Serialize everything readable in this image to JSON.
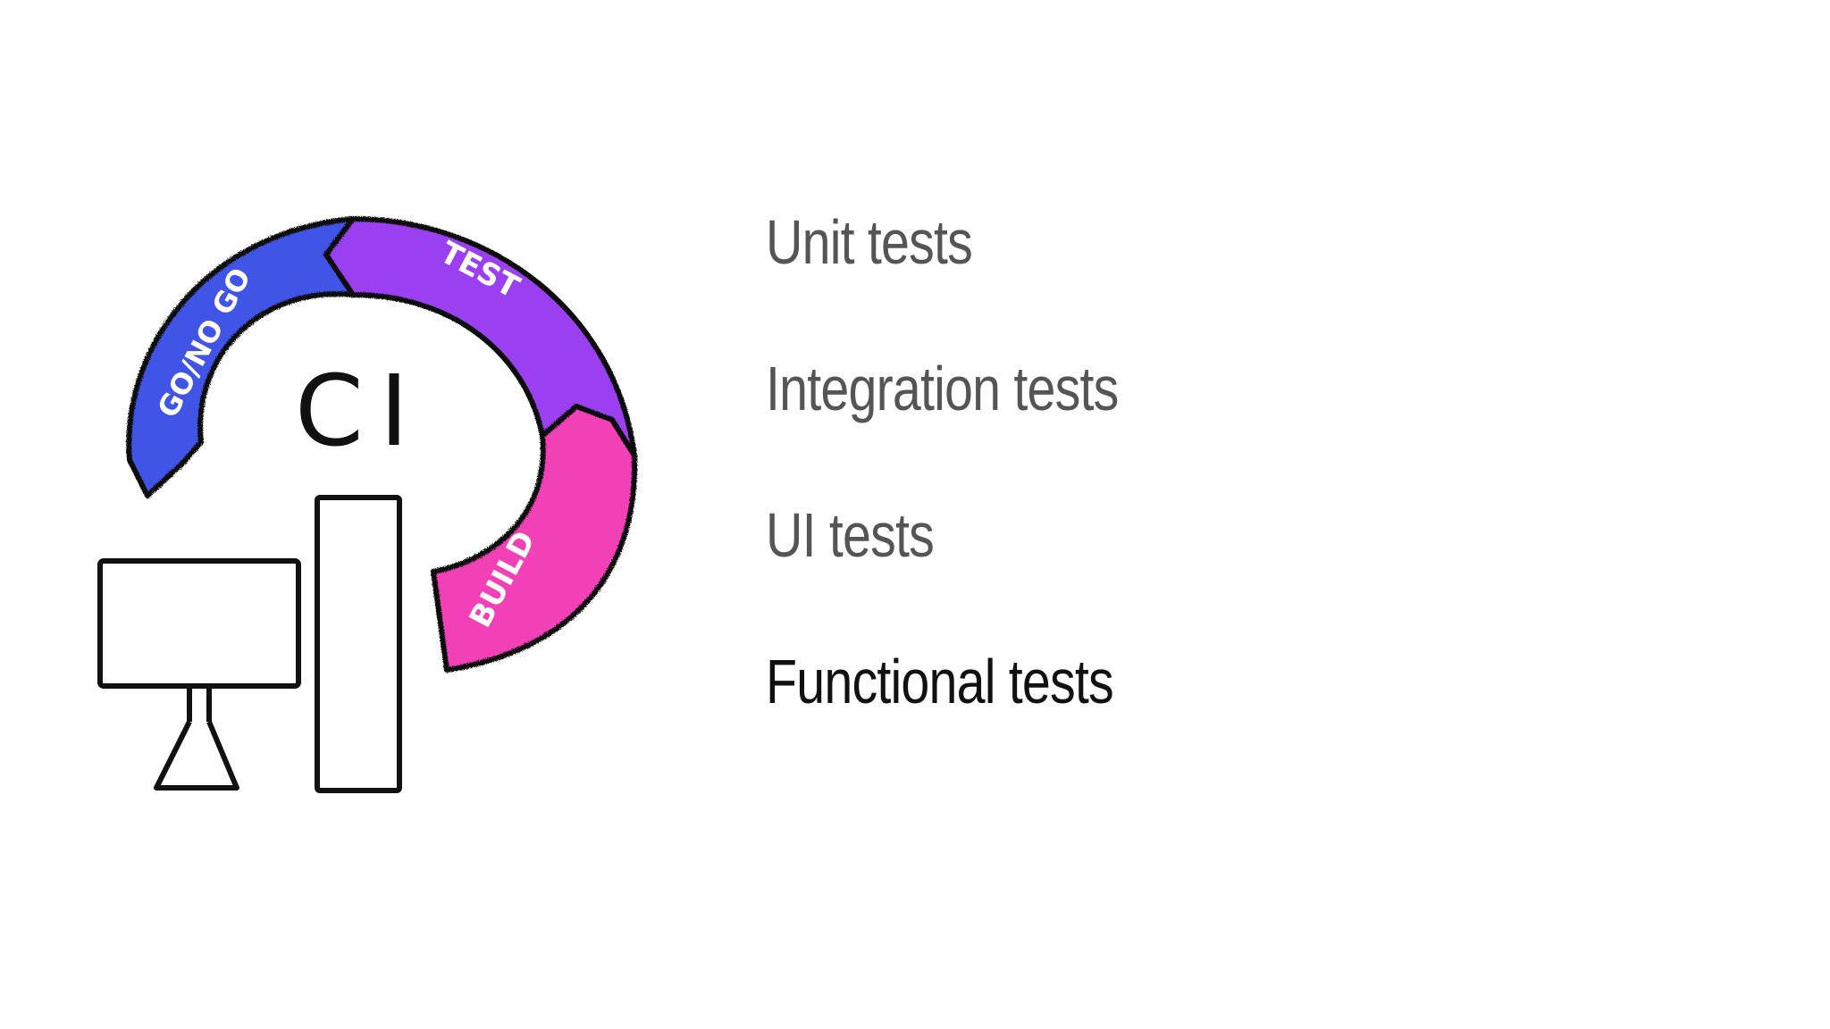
{
  "slide": {
    "illustration": {
      "center_label": "CI",
      "arcs": [
        {
          "label": "GO/NO GO",
          "color": "#3f55e6"
        },
        {
          "label": "TEST",
          "color": "#9b3ff0"
        },
        {
          "label": "BUILD",
          "color": "#f23fb7"
        }
      ]
    },
    "tests": [
      {
        "label": "Unit tests",
        "active": false
      },
      {
        "label": "Integration tests",
        "active": false
      },
      {
        "label": "UI tests",
        "active": false
      },
      {
        "label": "Functional tests",
        "active": true
      }
    ],
    "colors": {
      "inactive_text": "#555555",
      "active_text": "#111111",
      "outline": "#111111"
    }
  }
}
